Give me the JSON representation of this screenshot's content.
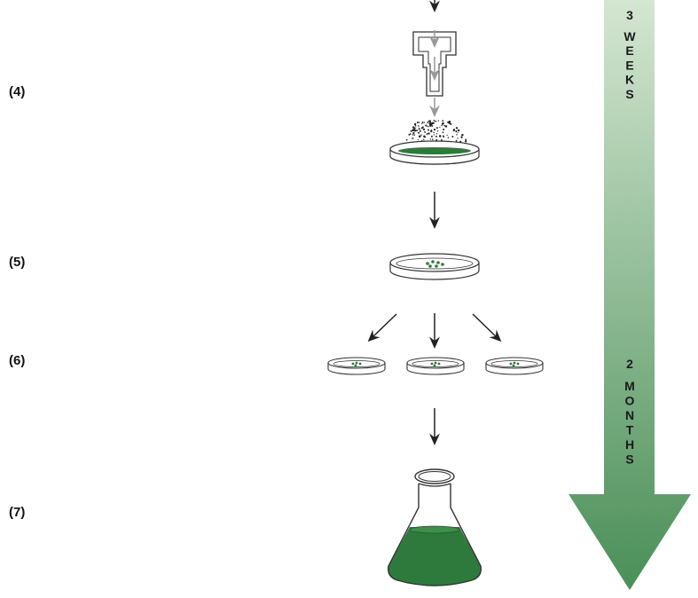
{
  "steps": [
    {
      "label": "(4)"
    },
    {
      "label": "(5)"
    },
    {
      "label": "(6)"
    },
    {
      "label": "(7)"
    }
  ],
  "timeline": {
    "first": {
      "number": "3",
      "word": "WEEKS"
    },
    "second": {
      "number": "2",
      "word": "MONTHS"
    },
    "colors": {
      "top": "#cfe2cc",
      "bottom": "#4a8f58"
    }
  },
  "culture_color": "#2e7a3c"
}
